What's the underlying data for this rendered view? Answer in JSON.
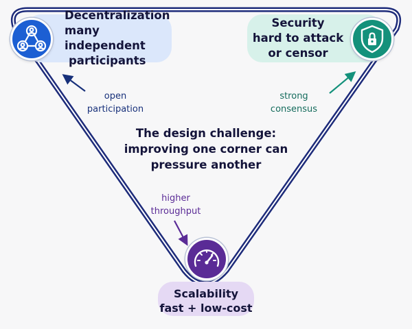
{
  "corners": {
    "decentralization": {
      "title": "Decentralization",
      "line1": "many independent",
      "line2": "participants",
      "icon": "people-network-icon",
      "color": "#1c5fd3"
    },
    "security": {
      "title": "Security",
      "line1": "hard to attack",
      "line2": "or censor",
      "icon": "shield-lock-icon",
      "color": "#14917b"
    },
    "scalability": {
      "title": "Scalability",
      "line1": "fast + low-cost",
      "icon": "speedometer-icon",
      "color": "#5a2b96"
    }
  },
  "annotations": {
    "open": [
      "open",
      "participation"
    ],
    "strong": [
      "strong",
      "consensus"
    ],
    "higher": [
      "higher",
      "throughput"
    ]
  },
  "center": {
    "line1": "The design challenge:",
    "line2": "improving one corner can",
    "line3": "pressure another"
  },
  "colors": {
    "triangle_edge": "#1d2b7a",
    "background": "#f7f7f8"
  }
}
